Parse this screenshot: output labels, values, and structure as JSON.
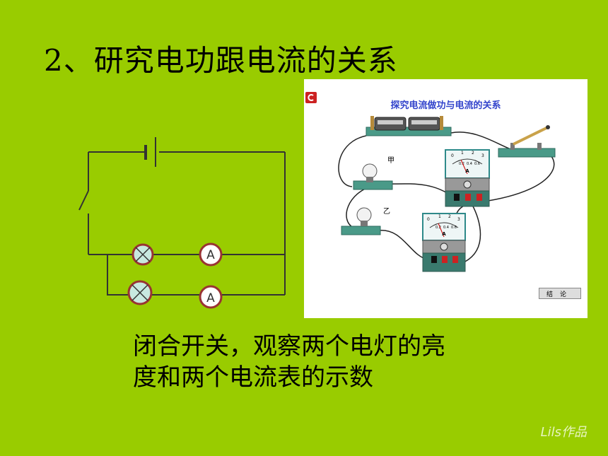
{
  "title": "2、研究电功跟电流的关系",
  "circuit": {
    "ammeter_label": "A"
  },
  "panel": {
    "title": "探究电流做功与电流的关系",
    "lamp_labels": [
      "甲",
      "乙"
    ],
    "meter_scale": [
      "0",
      "1",
      "2",
      "3"
    ],
    "meter_scale_small": [
      "0.2",
      "0.4",
      "0.6"
    ],
    "meter_unit": "A",
    "conclude_button": "结论"
  },
  "description": {
    "line1": "闭合开关，观察两个电灯的亮",
    "line2": "度和两个电流表的示数"
  },
  "watermark": "Lils作品",
  "colors": {
    "background": "#99cc00",
    "bulb_fill": "#c8e8e0",
    "meter_border": "#993333"
  }
}
